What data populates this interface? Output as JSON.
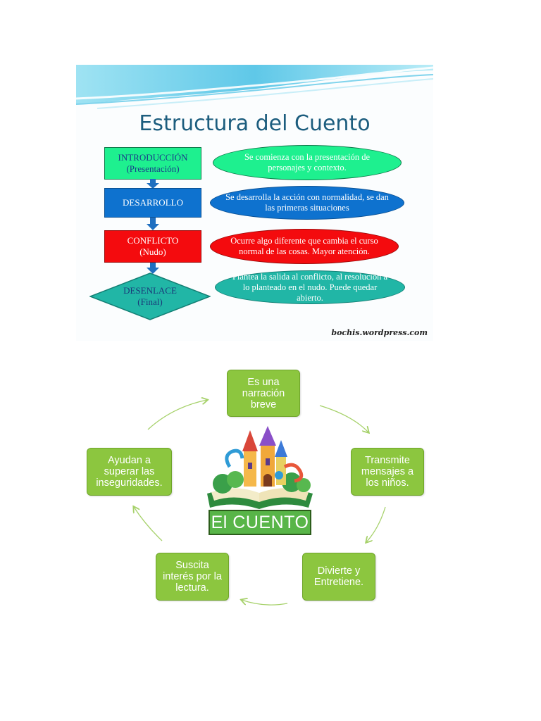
{
  "slide": {
    "title": "Estructura del Cuento",
    "steps": [
      {
        "line1": "INTRODUCCIÓN",
        "line2": "(Presentación)",
        "description": "Se comienza con la presentación de personajes y contexto.",
        "color": "#1ef08f"
      },
      {
        "line1": "DESARROLLO",
        "line2": "",
        "description": "Se desarrolla la acción con normalidad, se dan las primeras situaciones",
        "color": "#0e72cf"
      },
      {
        "line1": "CONFLICTO",
        "line2": "(Nudo)",
        "description": "Ocurre algo diferente que cambia el curso normal de las cosas. Mayor atención.",
        "color": "#f40b0e"
      },
      {
        "line1": "DESENLACE",
        "line2": "(Final)",
        "description": "Plantea la salida al conflicto, al resolución a lo planteado en el nudo. Puede quedar abierto.",
        "color": "#21b6a6"
      }
    ],
    "credit": "bochis.wordpress.com"
  },
  "cycle": {
    "center": "El CUENTO",
    "items": [
      "Es una narración breve",
      "Transmite mensajes a los niños.",
      "Divierte y Entretiene.",
      "Suscita interés por la lectura.",
      "Ayudan a superar las inseguridades."
    ],
    "box_color": "#8cc63f"
  }
}
